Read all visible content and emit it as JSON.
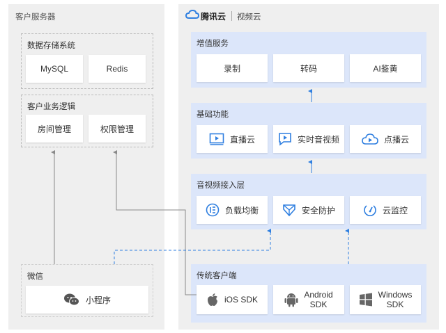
{
  "left": {
    "title": "客户服务器",
    "storage": {
      "title": "数据存储系统",
      "items": [
        "MySQL",
        "Redis"
      ]
    },
    "logic": {
      "title": "客户业务逻辑",
      "items": [
        "房间管理",
        "权限管理"
      ]
    },
    "wechat": {
      "title": "微信",
      "item": "小程序"
    }
  },
  "right": {
    "brand": "腾讯云",
    "product": "视频云",
    "value_added": {
      "title": "增值服务",
      "items": [
        "录制",
        "转码",
        "AI鉴黄"
      ]
    },
    "basic": {
      "title": "基础功能",
      "items": [
        "直播云",
        "实时音视频",
        "点播云"
      ]
    },
    "access": {
      "title": "音视频接入层",
      "items": [
        "负载均衡",
        "安全防护",
        "云监控"
      ]
    },
    "client": {
      "title": "传统客户端",
      "items": [
        {
          "line1": "iOS SDK",
          "line2": ""
        },
        {
          "line1": "Android",
          "line2": "SDK"
        },
        {
          "line1": "Windows",
          "line2": "SDK"
        }
      ]
    }
  },
  "colors": {
    "accent": "#2f7fe0",
    "band": "#dce6fa",
    "panel": "#efefef",
    "line": "#8a8a8a"
  }
}
